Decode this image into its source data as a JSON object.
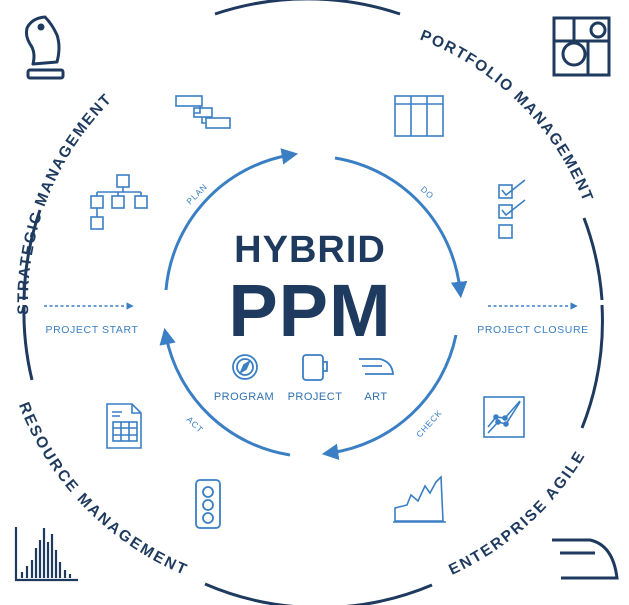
{
  "center": {
    "title_line1": "HYBRID",
    "title_line2": "PPM",
    "items": [
      {
        "label": "PROGRAM",
        "icon": "compass-icon"
      },
      {
        "label": "PROJECT",
        "icon": "notebook-icon"
      },
      {
        "label": "ART",
        "icon": "train-icon"
      }
    ]
  },
  "ring": {
    "top_left": "STRATEGIC MANAGEMENT",
    "top_right": "PORTFOLIO MANAGEMENT",
    "bottom_left": "RESOURCE MANAGEMENT",
    "bottom_right": "ENTERPRISE AGILE"
  },
  "cycle": {
    "plan": "PLAN",
    "do": "DO",
    "check": "CHECK",
    "act": "ACT"
  },
  "sides": {
    "start": "PROJECT START",
    "closure": "PROJECT CLOSURE"
  },
  "corner_icons": {
    "top_left": "chess-knight-icon",
    "top_right": "portfolio-grid-icon",
    "bottom_left": "histogram-icon",
    "bottom_right": "agile-train-icon"
  },
  "colors": {
    "navy": "#1f3a5f",
    "blue": "#3a7fc4"
  }
}
